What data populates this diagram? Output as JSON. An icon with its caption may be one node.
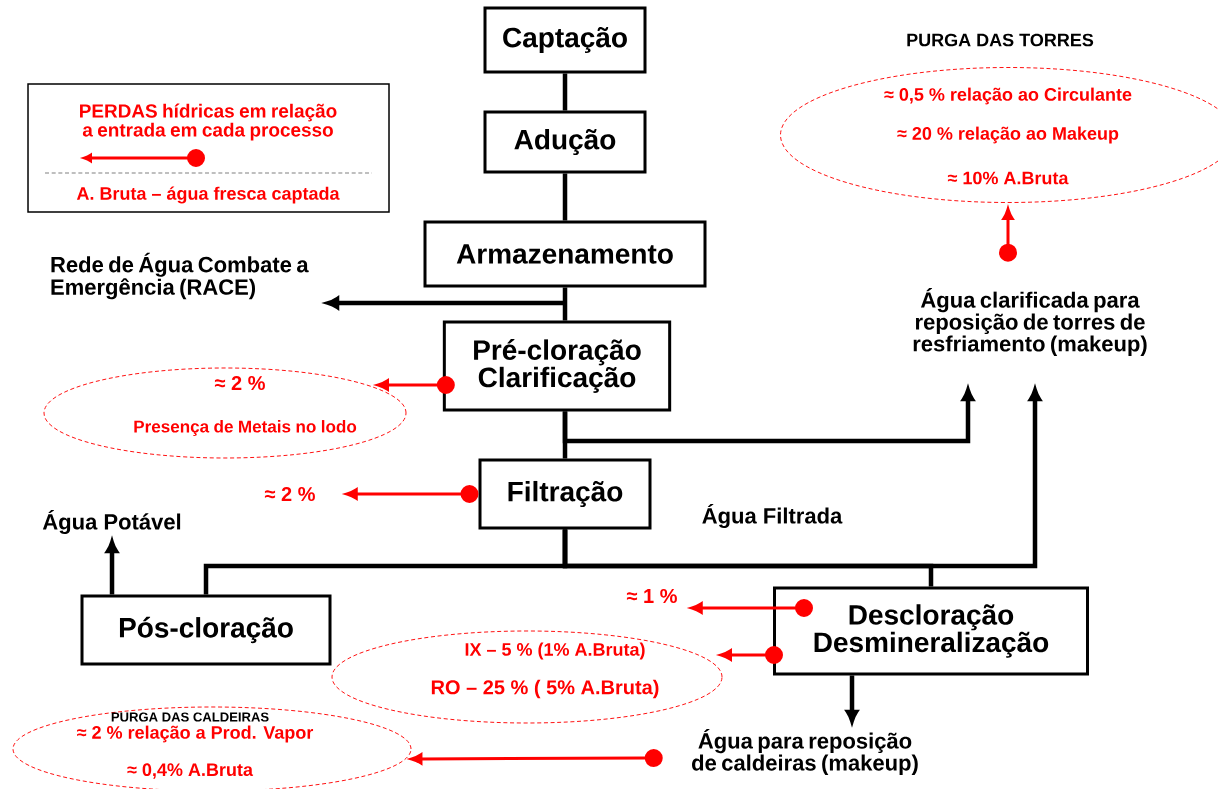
{
  "diagram": {
    "nodes": [
      {
        "text": [
          "Captação"
        ]
      },
      {
        "text": [
          "Adução"
        ]
      },
      {
        "text": [
          "Armazenamento"
        ]
      },
      {
        "text": [
          "Pré-cloração Clarificação"
        ]
      },
      {
        "text": [
          "Filtração"
        ]
      },
      {
        "text": [
          "Pós-cloração"
        ]
      },
      {
        "text": [
          "Descloração Desmineralização"
        ]
      },
      {
        "text": [
          "Rede de Água Combate a Emergência (RACE)"
        ]
      },
      {
        "text": [
          "Água clarificada para reposição de torres de resfriamento (makeup)"
        ]
      },
      {
        "text": [
          "PURGA DAS TORRES",
          "≈ 0,5 % relação ao Circulante",
          "≈ 20 % relação ao Makeup",
          "≈ 10% A.Bruta"
        ]
      },
      {
        "text": [
          "≈ 2 %",
          "Presença de Metais no lodo"
        ]
      },
      {
        "text": [
          "≈ 2 %"
        ]
      },
      {
        "text": [
          "Água Potável"
        ]
      },
      {
        "text": [
          "≈ 1 %"
        ]
      },
      {
        "text": [
          "IX – 5 % (1% A.Bruta)",
          "RO – 25 % ( 5% A.Bruta)"
        ]
      },
      {
        "text": [
          "Água para reposição de caldeiras (makeup)"
        ]
      },
      {
        "text": [
          "PURGA DAS CALDEIRAS",
          "≈ 2 % relação a Prod. Vapor",
          "≈ 0,4% A.Bruta"
        ]
      }
    ],
    "edges": [
      {
        "from": 0,
        "to": 1,
        "arrow": "none"
      },
      {
        "from": 1,
        "to": 2,
        "arrow": "none"
      },
      {
        "from": 2,
        "to": 3,
        "arrow": "none"
      },
      {
        "from": 2,
        "to": 7,
        "arrow": "to"
      },
      {
        "from": 3,
        "to": 4,
        "arrow": "none"
      },
      {
        "from": 3,
        "to": 8,
        "arrow": "to"
      },
      {
        "from": 4,
        "to": 5,
        "arrow": "none"
      },
      {
        "from": 4,
        "to": 6,
        "arrow": "none"
      },
      {
        "from": 4,
        "to": 8,
        "arrow": "to"
      },
      {
        "from": 5,
        "to": 12,
        "arrow": "to"
      },
      {
        "from": 6,
        "to": 15,
        "arrow": "to"
      },
      {
        "from": 3,
        "to": 10,
        "arrow": "to",
        "color": "#ff0000"
      },
      {
        "from": 4,
        "to": 11,
        "arrow": "to",
        "color": "#ff0000"
      },
      {
        "from": 6,
        "to": 13,
        "arrow": "to",
        "color": "#ff0000"
      },
      {
        "from": 6,
        "to": 14,
        "arrow": "to",
        "color": "#ff0000"
      },
      {
        "from": 15,
        "to": 16,
        "arrow": "to",
        "color": "#ff0000"
      },
      {
        "from": 8,
        "to": 9,
        "arrow": "to",
        "color": "#ff0000"
      }
    ],
    "labels": [
      "A. Bruta – água fresca captada",
      "Água Filtrada"
    ],
    "legend": [
      {
        "text": "PERDAS hídricas em relação a entrada em cada processo"
      }
    ]
  }
}
